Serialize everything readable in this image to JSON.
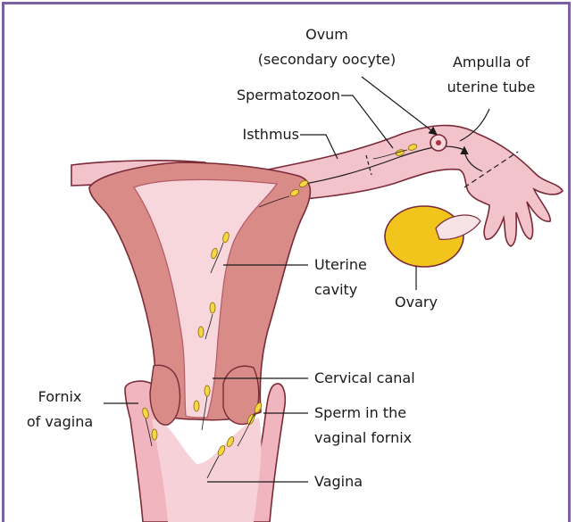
{
  "labels": {
    "ovum_line1": "Ovum",
    "ovum_line2": "(secondary oocyte)",
    "ampulla_line1": "Ampulla of",
    "ampulla_line2": "uterine tube",
    "spermatozoon": "Spermatozoon",
    "isthmus": "Isthmus",
    "uterine_line1": "Uterine",
    "uterine_line2": "cavity",
    "ovary": "Ovary",
    "cervical": "Cervical canal",
    "fornix_line1": "Fornix",
    "fornix_line2": "of vagina",
    "sperm_fornix_line1": "Sperm in the",
    "sperm_fornix_line2": "vaginal fornix",
    "vagina": "Vagina"
  },
  "colors": {
    "frame": "#7b5fa6",
    "uterus_wall": "#d98b88",
    "tissue_pink": "#f3c3cb",
    "cavity_pink": "#f7d6dc",
    "ovary_yellow": "#f2c51d",
    "sperm_yellow": "#f5d645"
  }
}
